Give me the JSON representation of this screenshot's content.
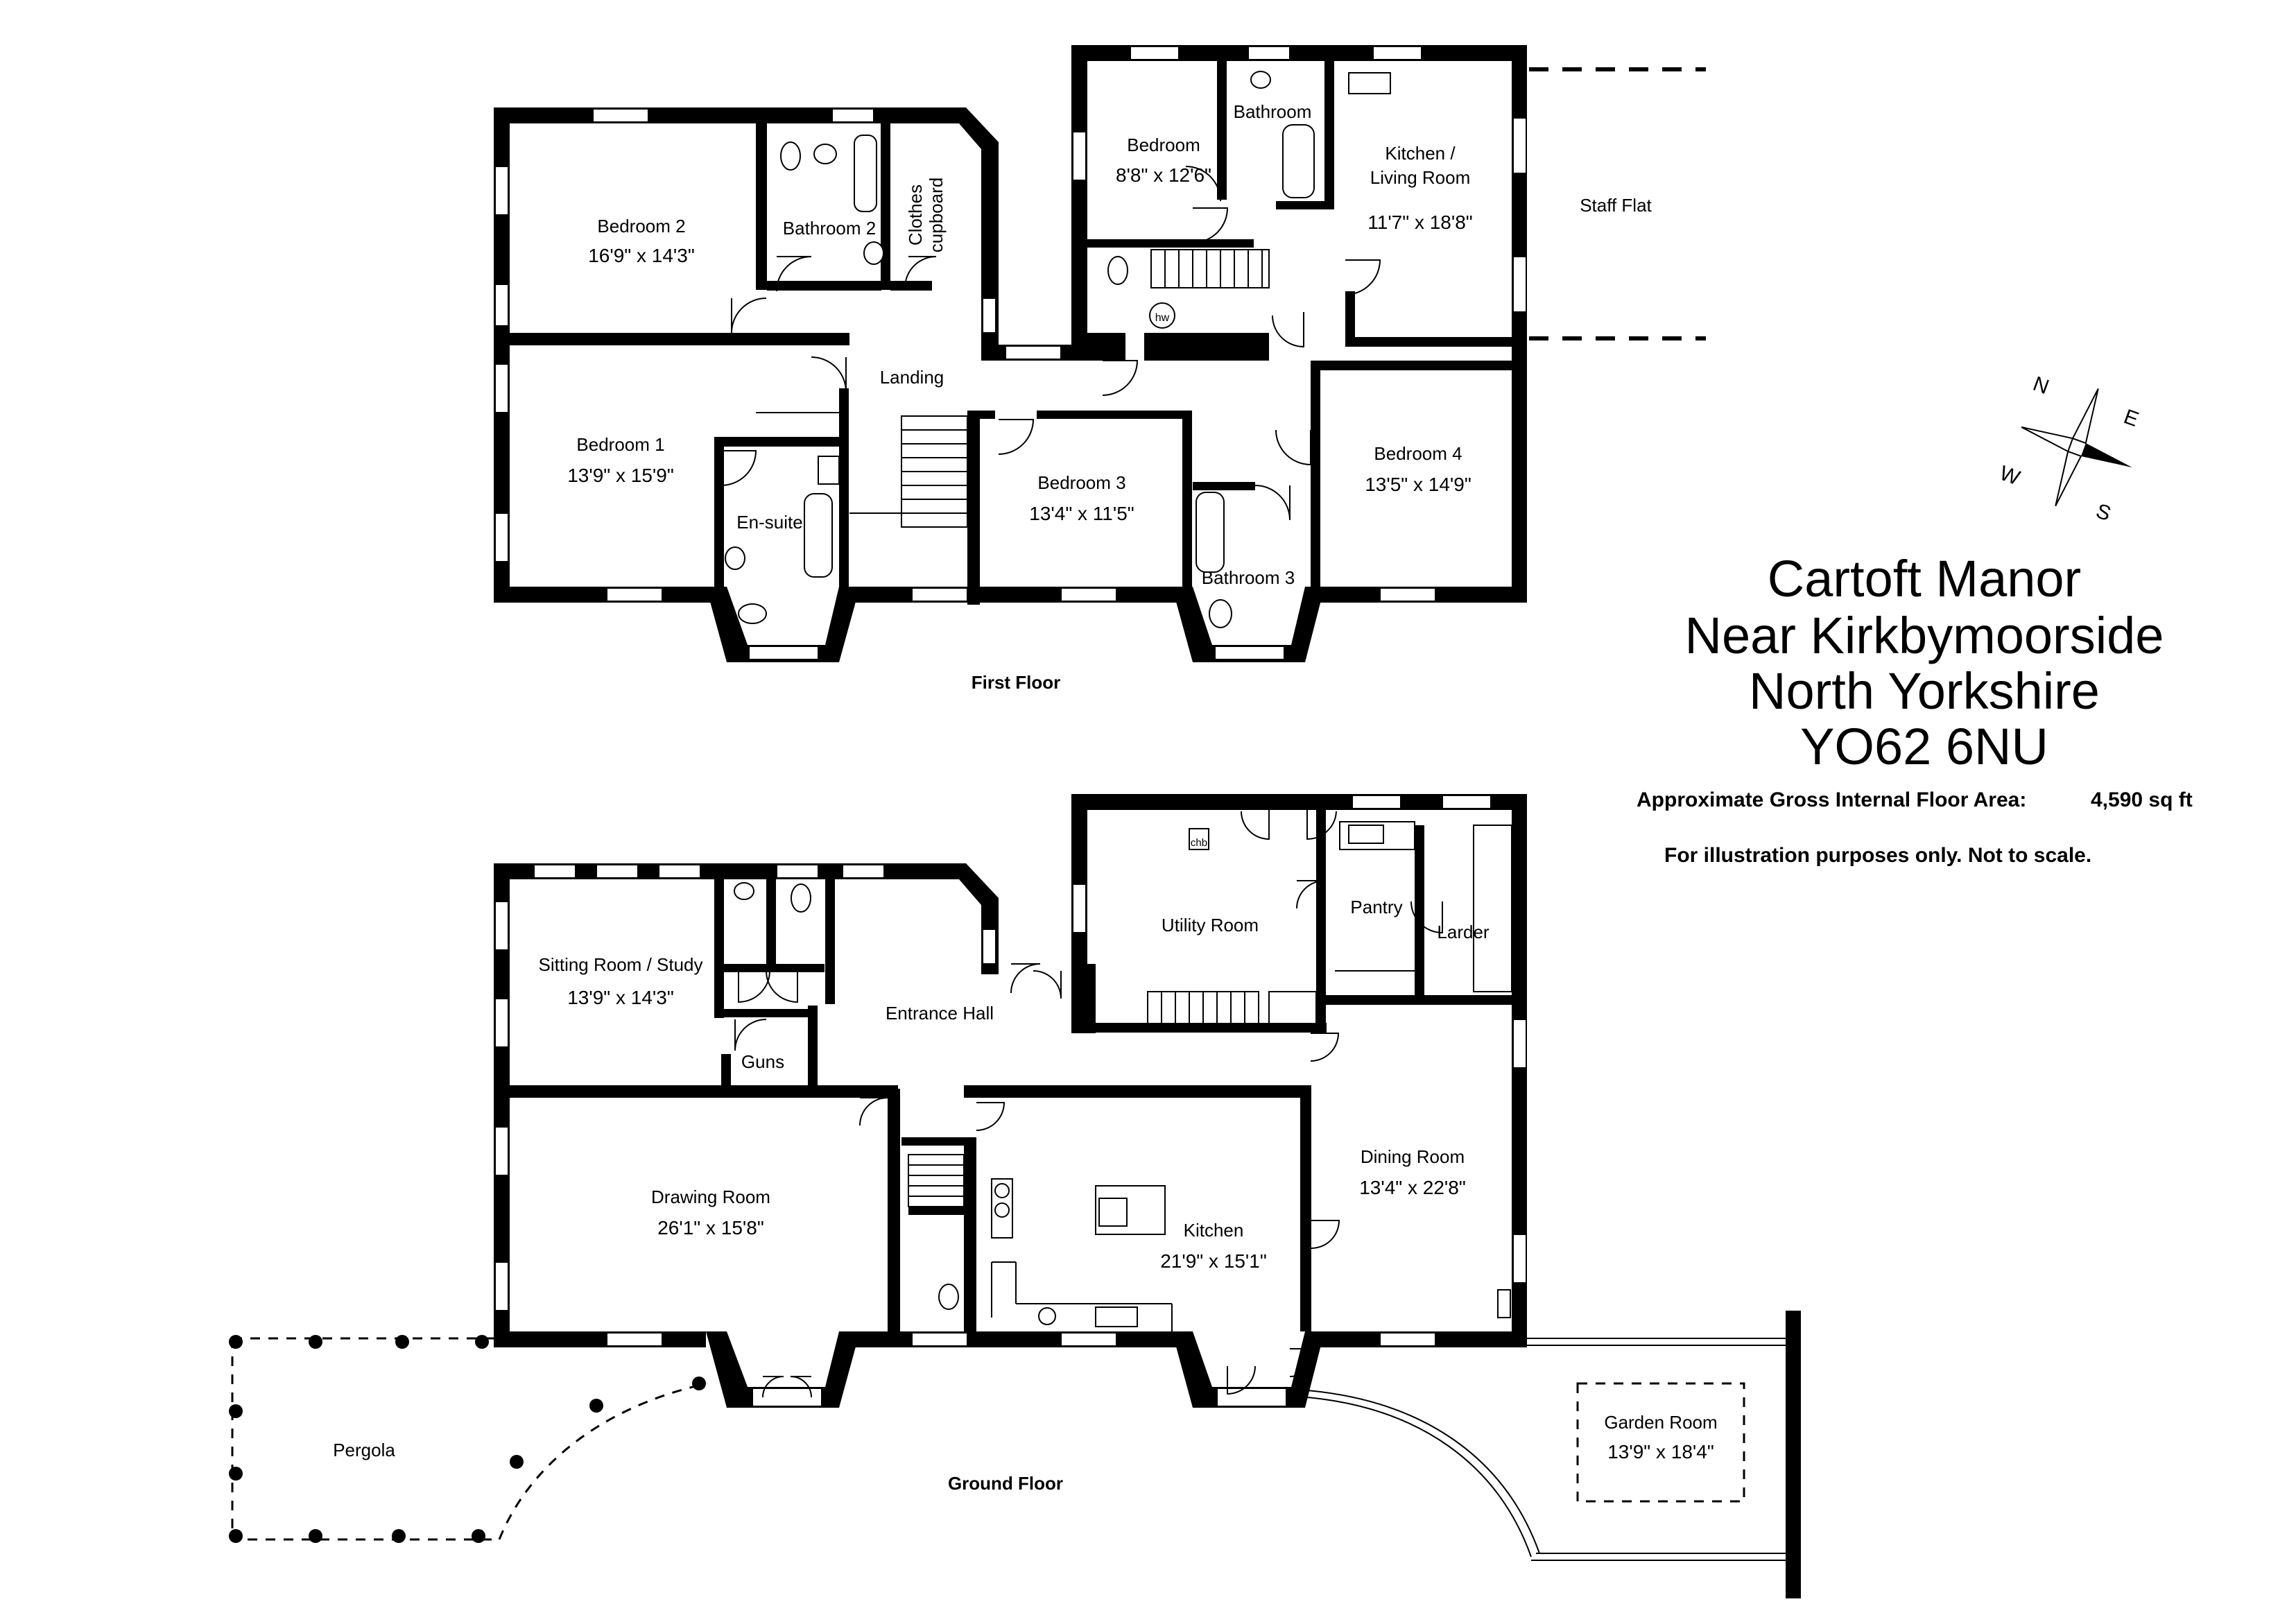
{
  "title": {
    "line1": "Cartoft Manor",
    "line2": "Near Kirkbymoorside",
    "line3": "North Yorkshire",
    "line4": "YO62 6NU"
  },
  "area": {
    "label": "Approximate Gross Internal Floor Area:",
    "value": "4,590 sq ft"
  },
  "disclaimer": "For illustration purposes only. Not to scale.",
  "compass": {
    "n": "N",
    "e": "E",
    "s": "S",
    "w": "W"
  },
  "first_floor": {
    "caption": "First Floor",
    "bedroom2": {
      "name": "Bedroom 2",
      "size": "16'9\" x 14'3\""
    },
    "bathroom2": {
      "name": "Bathroom 2"
    },
    "clothes_cupboard": {
      "line1": "Clothes",
      "line2": "cupboard"
    },
    "landing": {
      "name": "Landing"
    },
    "bedroom1": {
      "name": "Bedroom 1",
      "size": "13'9\" x 15'9\""
    },
    "ensuite": {
      "name": "En-suite"
    },
    "bedroom3": {
      "name": "Bedroom 3",
      "size": "13'4\" x 11'5\""
    },
    "bathroom3": {
      "name": "Bathroom 3"
    },
    "bedroom4": {
      "name": "Bedroom 4",
      "size": "13'5\" x 14'9\""
    },
    "bedroom": {
      "name": "Bedroom",
      "size": "8'8\" x 12'6\""
    },
    "bathroom": {
      "name": "Bathroom"
    },
    "kitchen_living": {
      "line1": "Kitchen /",
      "line2": "Living Room",
      "size": "11'7\" x 18'8\""
    },
    "staff_flat": {
      "name": "Staff Flat"
    },
    "hw": "hw"
  },
  "ground_floor": {
    "caption": "Ground Floor",
    "sitting": {
      "name": "Sitting Room / Study",
      "size": "13'9\" x 14'3\""
    },
    "guns": {
      "name": "Guns"
    },
    "entrance": {
      "name": "Entrance Hall"
    },
    "utility": {
      "name": "Utility Room"
    },
    "chb": "chb",
    "pantry": {
      "name": "Pantry"
    },
    "larder": {
      "name": "Larder"
    },
    "drawing": {
      "name": "Drawing Room",
      "size": "26'1\" x 15'8\""
    },
    "kitchen": {
      "name": "Kitchen",
      "size": "21'9\" x 15'1\""
    },
    "dining": {
      "name": "Dining Room",
      "size": "13'4\" x 22'8\""
    },
    "pergola": {
      "name": "Pergola"
    },
    "garden": {
      "name": "Garden Room",
      "size": "13'9\" x 18'4\""
    }
  }
}
